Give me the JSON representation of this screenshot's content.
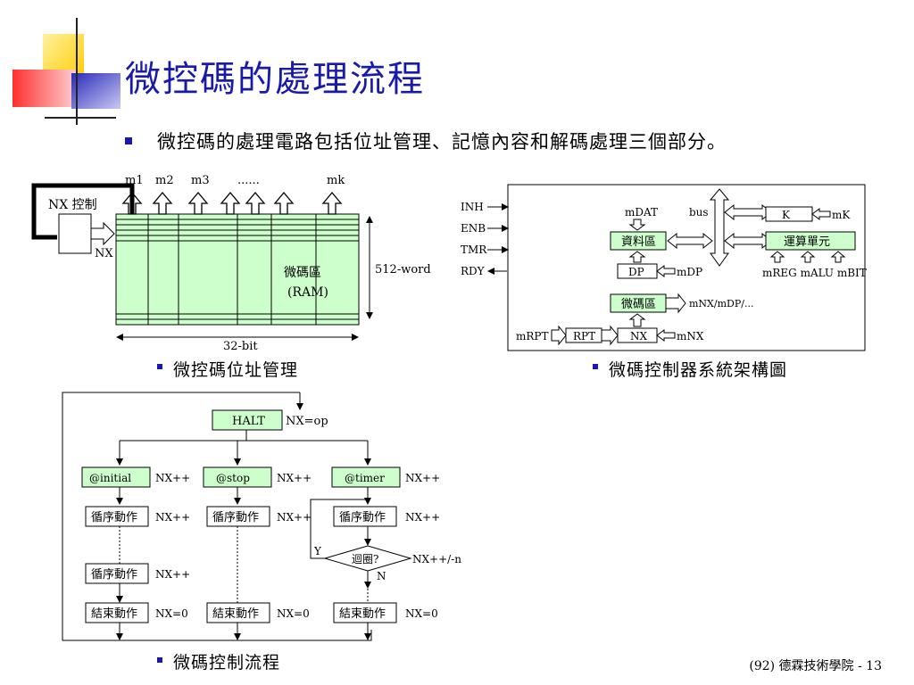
{
  "slide": {
    "title": "微控碼的處理流程",
    "bullet": "微控碼的處理電路包括位址管理、記憶內容和解碼處理三個部分。",
    "footer": "(92) 德霖技術學院 - 13"
  },
  "colors": {
    "title_blue": "#1a1aa8",
    "box_green": "#ccffcc",
    "deco_yellow": "#ffd400",
    "deco_red": "#ff4a4a",
    "deco_blue": "#3333cc"
  },
  "memory_diagram": {
    "caption": "微控碼位址管理",
    "outputs": [
      "m1",
      "m2",
      "m3",
      "......",
      "mk"
    ],
    "control_label": "NX 控制",
    "nx_label": "NX",
    "ram_label_1": "微碼區",
    "ram_label_2": "(RAM)",
    "height_label": "512-word",
    "width_label": "32-bit"
  },
  "controller_diagram": {
    "caption": "微碼控制器系統架構圖",
    "inputs": [
      "INH",
      "ENB",
      "TMR",
      "RDY"
    ],
    "mdat": "mDAT",
    "bus": "bus",
    "k": "K",
    "mk": "mK",
    "data_area": "資料區",
    "alu": "運算單元",
    "dp": "DP",
    "mdp": "mDP",
    "alu_outputs": "mREG mALU mBIT",
    "code_area": "微碼區",
    "code_outputs": "mNX/mDP/...",
    "mrpt": "mRPT",
    "rpt": "RPT",
    "nx": "NX",
    "mnx": "mNX"
  },
  "flowchart": {
    "caption": "微碼控制流程",
    "halt": "HALT",
    "halt_note": "NX=op",
    "states": [
      {
        "name": "@initial",
        "note": "NX++"
      },
      {
        "name": "@stop",
        "note": "NX++"
      },
      {
        "name": "@timer",
        "note": "NX++"
      }
    ],
    "seq": "循序動作",
    "seq_note": "NX++",
    "loop_q": "迴圈?",
    "loop_note": "NX++/-n",
    "yes": "Y",
    "no": "N",
    "end": "結束動作",
    "end_note": "NX=0"
  }
}
